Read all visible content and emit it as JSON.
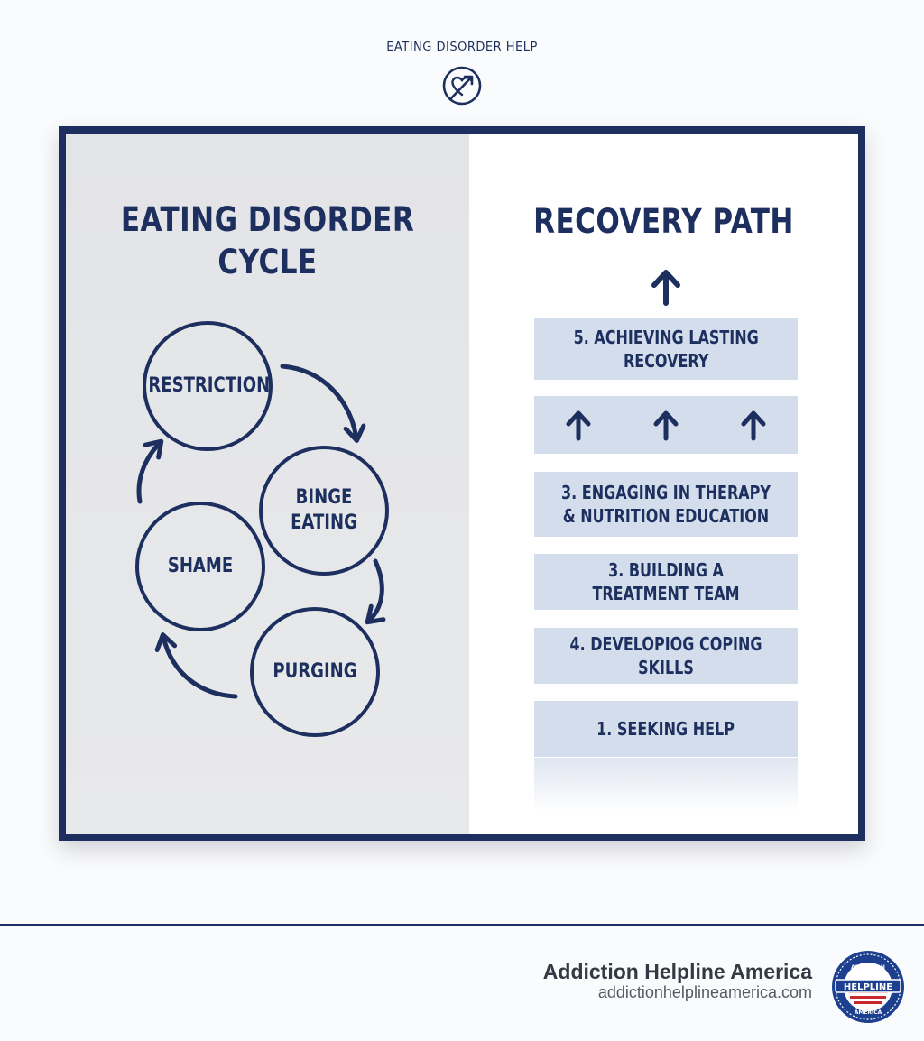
{
  "header": {
    "label": "EATING DISORDER HELP",
    "icon": "heart-arrow-icon"
  },
  "cycle": {
    "title": "EATING DISORDER\nCYCLE",
    "nodes": [
      "RESTRICTION",
      "BINGE\nEATING",
      "PURGING",
      "SHAME"
    ]
  },
  "recovery": {
    "title": "RECOVERY PATH",
    "steps": [
      "5. ACHIEVING LASTING\nRECOVERY",
      "",
      "3. ENGAGING IN THERAPY\n& NUTRITION EDUCATION",
      "3. BUILDING A TREATMENT TEAM",
      "4. DEVELOPIOG COPING SKILLS",
      "1. SEEKING HELP"
    ]
  },
  "footer": {
    "brand": "Addiction Helpline America",
    "url": "addictionhelplineamerica.com",
    "badge_text": "HELPLINE",
    "badge_top": "ADDICTION",
    "badge_bottom": "AMERICA"
  },
  "colors": {
    "navy": "#1c2f5e",
    "step_fill": "#d3ddec",
    "left_panel": "#e4e5e8"
  }
}
